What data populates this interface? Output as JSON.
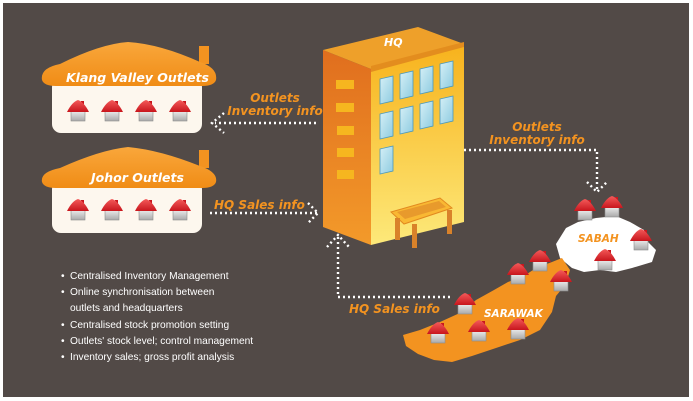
{
  "diagram": {
    "background_color": "#524a47",
    "accent_color": "#f39320",
    "hq": {
      "label": "HQ"
    },
    "outlet_groups": [
      {
        "name": "Klang Valley Outlets",
        "outlet_count": 4
      },
      {
        "name": "Johor Outlets",
        "outlet_count": 4
      }
    ],
    "regions": [
      {
        "name": "SABAH",
        "outlet_count": 4
      },
      {
        "name": "SARAWAK",
        "outlet_count": 7
      }
    ],
    "flows": {
      "hq_to_klang": {
        "line1": "Outlets",
        "line2": "Inventory info"
      },
      "johor_to_hq": {
        "label": "HQ Sales info"
      },
      "hq_to_sabah": {
        "line1": "Outlets",
        "line2": "Inventory info"
      },
      "sarawak_to_hq": {
        "label": "HQ Sales info"
      }
    },
    "features": [
      "Centralised Inventory Management",
      "Online synchronisation between",
      "outlets and headquarters",
      "Centralised stock promotion setting",
      "Outlets' stock level; control management",
      "Inventory sales; gross profit analysis"
    ]
  }
}
